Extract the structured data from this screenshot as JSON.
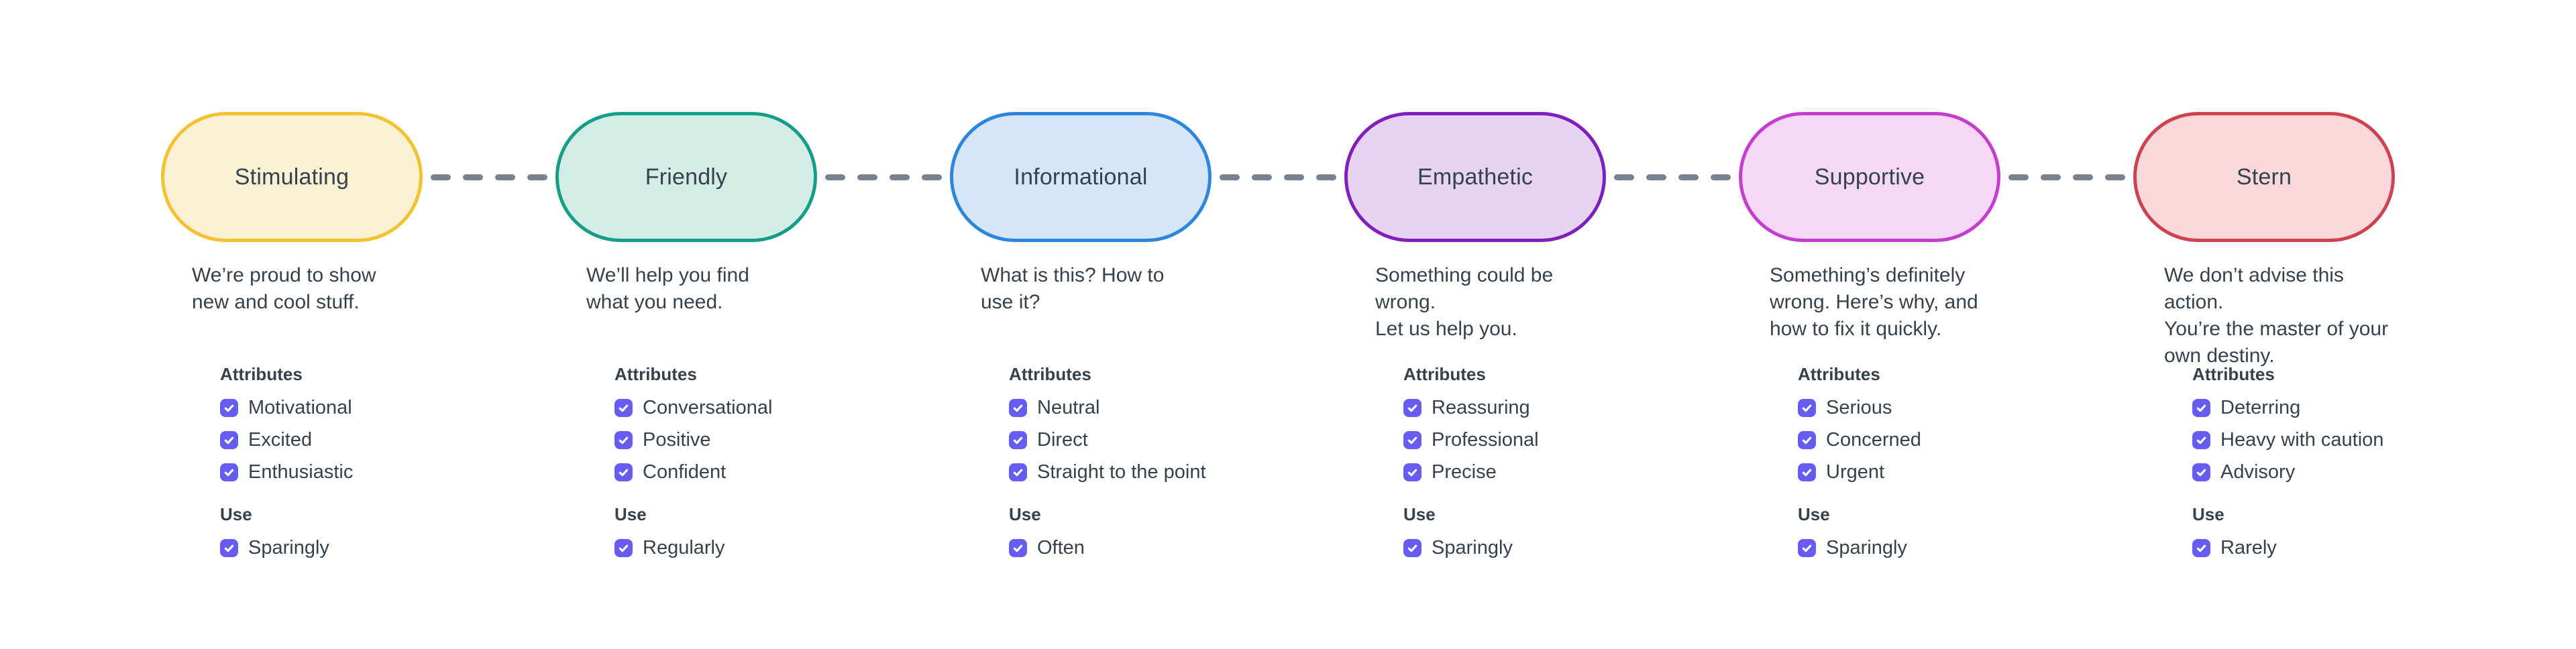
{
  "background": "#FFFFFF",
  "text_color": "#35424D",
  "checkbox_color": "#675CF1",
  "connector_color": "#77818F",
  "labels": {
    "attributes": "Attributes",
    "use": "Use"
  },
  "tones": [
    {
      "name": "Stimulating",
      "description": "We’re proud to show\nnew and cool stuff.",
      "colors": {
        "border": "#F2C230",
        "fill": "#FAF1D4"
      },
      "attributes": [
        {
          "label": "Motivational",
          "checked": true
        },
        {
          "label": "Excited",
          "checked": true
        },
        {
          "label": "Enthusiastic",
          "checked": true
        }
      ],
      "use": {
        "label": "Sparingly",
        "checked": true
      }
    },
    {
      "name": "Friendly",
      "description": "We’ll help you find\nwhat you need.",
      "colors": {
        "border": "#159E87",
        "fill": "#D3EDE6"
      },
      "attributes": [
        {
          "label": "Conversational",
          "checked": true
        },
        {
          "label": "Positive",
          "checked": true
        },
        {
          "label": "Confident",
          "checked": true
        }
      ],
      "use": {
        "label": "Regularly",
        "checked": true
      }
    },
    {
      "name": "Informational",
      "description": "What is this? How to\nuse it?",
      "colors": {
        "border": "#2E86DC",
        "fill": "#D4E6F7"
      },
      "attributes": [
        {
          "label": "Neutral",
          "checked": true
        },
        {
          "label": "Direct",
          "checked": true
        },
        {
          "label": "Straight to the point",
          "checked": true
        }
      ],
      "use": {
        "label": "Often",
        "checked": true
      }
    },
    {
      "name": "Empathetic",
      "description": "Something could be wrong.\nLet us help you.",
      "colors": {
        "border": "#7E1FBE",
        "fill": "#E7D4F3"
      },
      "attributes": [
        {
          "label": "Reassuring",
          "checked": true
        },
        {
          "label": "Professional",
          "checked": true
        },
        {
          "label": "Precise",
          "checked": true
        }
      ],
      "use": {
        "label": "Sparingly",
        "checked": true
      }
    },
    {
      "name": "Supportive",
      "description": "Something’s definitely\nwrong. Here’s why, and\nhow to fix it quickly.",
      "colors": {
        "border": "#C53DCE",
        "fill": "#F5D8F6"
      },
      "attributes": [
        {
          "label": "Serious",
          "checked": true
        },
        {
          "label": "Concerned",
          "checked": true
        },
        {
          "label": "Urgent",
          "checked": true
        }
      ],
      "use": {
        "label": "Sparingly",
        "checked": true
      }
    },
    {
      "name": "Stern",
      "description": "We don’t advise this action.\nYou’re the master of your\nown destiny.",
      "colors": {
        "border": "#CE4250",
        "fill": "#F8D8DB"
      },
      "attributes": [
        {
          "label": "Deterring",
          "checked": true
        },
        {
          "label": "Heavy with caution",
          "checked": true
        },
        {
          "label": "Advisory",
          "checked": true
        }
      ],
      "use": {
        "label": "Rarely",
        "checked": true
      }
    }
  ]
}
